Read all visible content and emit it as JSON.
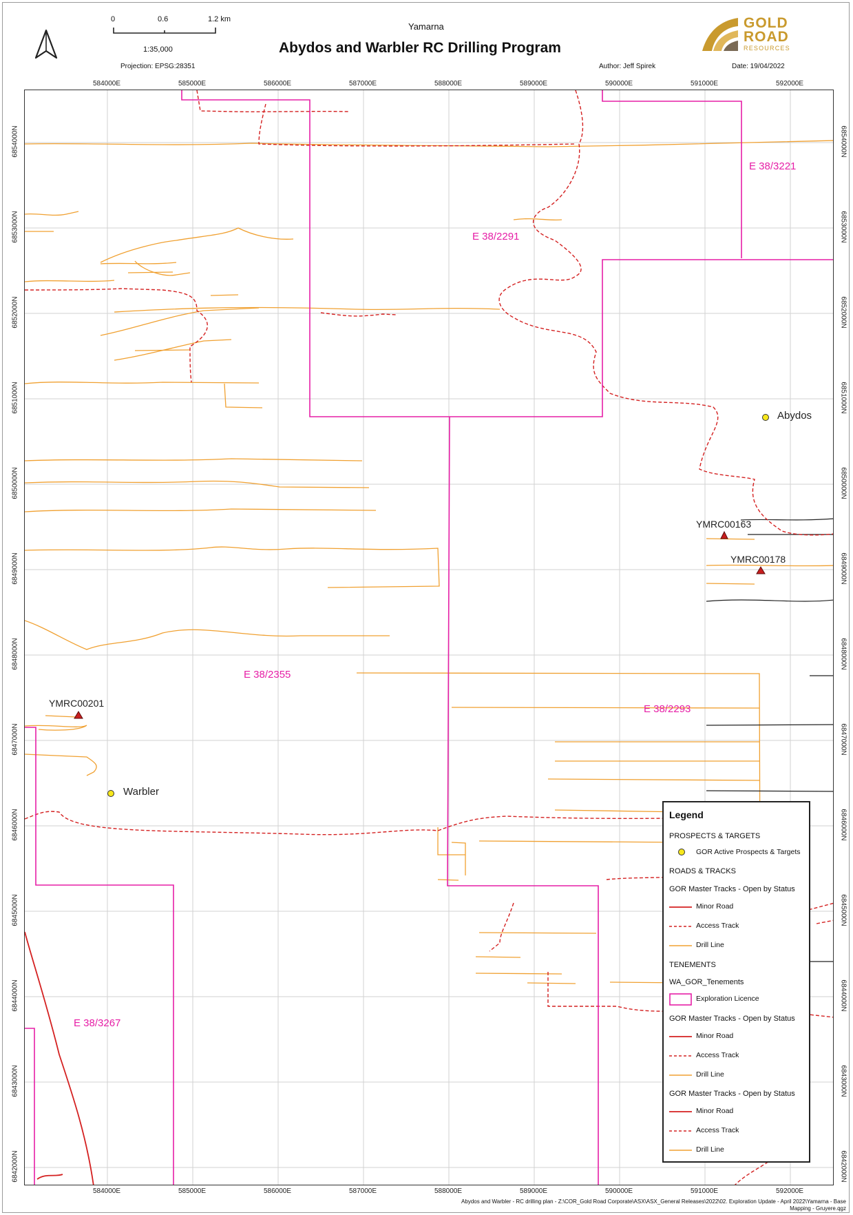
{
  "header": {
    "region": "Yamarna",
    "title": "Abydos and Warbler RC Drilling Program",
    "scale_ticks": [
      "0",
      "0.6",
      "1.2 km"
    ],
    "scale_ratio": "1:35,000",
    "projection": "Projection: EPSG:28351",
    "author": "Author: Jeff Spirek",
    "date": "Date: 19/04/2022",
    "logo": {
      "line1": "GOLD",
      "line2": "ROAD",
      "line3": "RESOURCES",
      "color": "#c99a2e"
    }
  },
  "axes": {
    "eastings": [
      "584000E",
      "585000E",
      "586000E",
      "587000E",
      "588000E",
      "589000E",
      "590000E",
      "591000E",
      "592000E"
    ],
    "northings": [
      "6854000N",
      "6853000N",
      "6852000N",
      "6851000N",
      "6850000N",
      "6849000N",
      "6848000N",
      "6847000N",
      "6846000N",
      "6845000N",
      "6844000N",
      "6843000N",
      "6842000N"
    ]
  },
  "tenements": [
    "E 38/3221",
    "E 38/2291",
    "E 38/2355",
    "E 38/2293",
    "E 38/3267"
  ],
  "prospects": [
    "Abydos",
    "Warbler"
  ],
  "drill_holes": [
    "YMRC00163",
    "YMRC00178",
    "YMRC00201"
  ],
  "legend": {
    "title": "Legend",
    "sections": [
      {
        "heading": "PROSPECTS & TARGETS",
        "items": [
          {
            "type": "point",
            "label": "GOR Active Prospects & Targets"
          }
        ]
      },
      {
        "heading": "ROADS & TRACKS",
        "subheading": "GOR Master Tracks - Open by Status",
        "items": [
          {
            "type": "solid-red",
            "label": "Minor Road"
          },
          {
            "type": "dash-red",
            "label": "Access Track"
          },
          {
            "type": "orange",
            "label": "Drill Line"
          }
        ]
      },
      {
        "heading": "TENEMENTS",
        "subheading": "WA_GOR_Tenements",
        "items": [
          {
            "type": "box-magenta",
            "label": "Exploration Licence"
          }
        ]
      },
      {
        "subheading": "GOR Master Tracks - Open by Status",
        "items": [
          {
            "type": "solid-red",
            "label": "Minor Road"
          },
          {
            "type": "dash-red",
            "label": "Access Track"
          },
          {
            "type": "orange",
            "label": "Drill Line"
          }
        ]
      },
      {
        "subheading": "GOR Master Tracks - Open by Status",
        "items": [
          {
            "type": "solid-red",
            "label": "Minor Road"
          },
          {
            "type": "dash-red",
            "label": "Access Track"
          },
          {
            "type": "orange",
            "label": "Drill Line"
          }
        ]
      }
    ]
  },
  "footer": {
    "line1": "Abydos and Warbler - RC drilling plan - Z:\\COR_Gold Road Corporate\\ASX\\ASX_General Releases\\2022\\02. Exploration Update - April 2022\\Yamarna - Base",
    "line2": "Mapping - Gruyere.qgz"
  },
  "colors": {
    "tenement": "#e61ea6",
    "drill_line": "#f0a030",
    "track": "#d42020",
    "other_track": "#222222",
    "prospect": "#f7e71c",
    "drillhole": "#c81e1e"
  }
}
